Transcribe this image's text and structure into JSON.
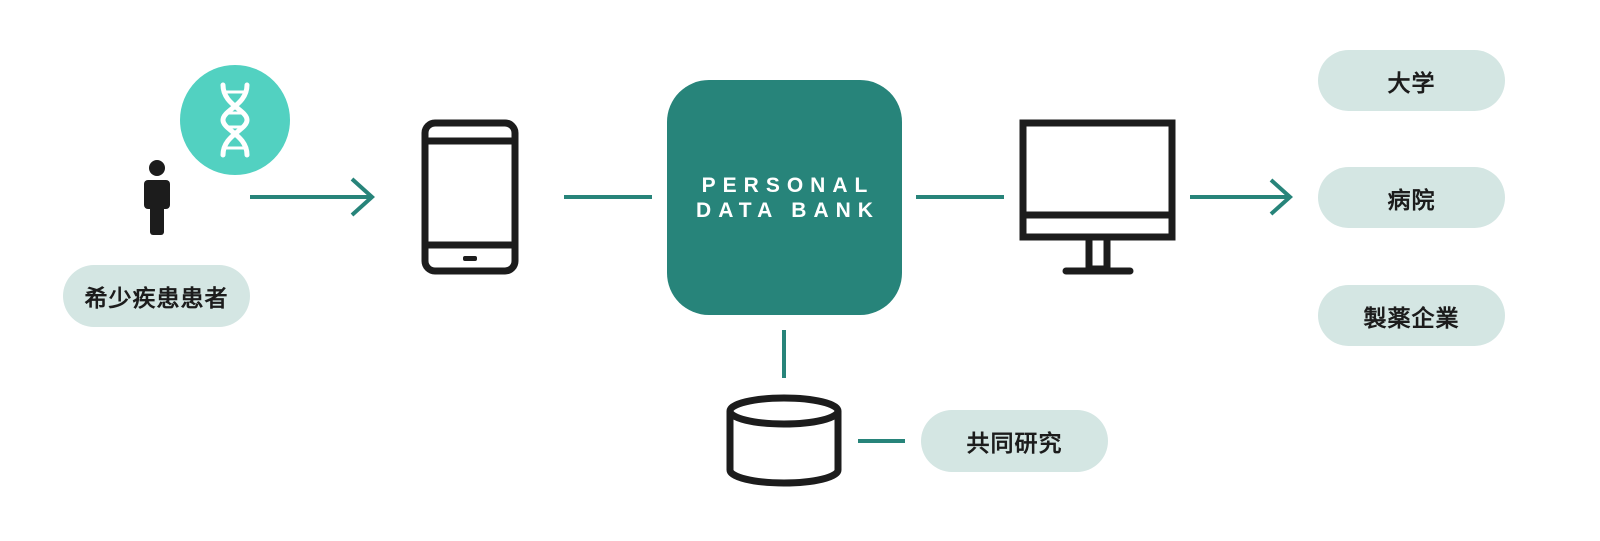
{
  "colors": {
    "accent": "#27847a",
    "dna": "#52d1c1",
    "pill": "#d4e6e3",
    "icon": "#1c1c1c"
  },
  "source": {
    "label": "希少疾患患者",
    "icons": [
      "person-icon",
      "dna-icon"
    ]
  },
  "center": {
    "line1": "PERSONAL",
    "line2": "DATA BANK"
  },
  "devices": [
    "smartphone-icon",
    "monitor-icon",
    "database-icon"
  ],
  "recipients": [
    "大学",
    "病院",
    "製薬企業"
  ],
  "research": {
    "label": "共同研究"
  }
}
